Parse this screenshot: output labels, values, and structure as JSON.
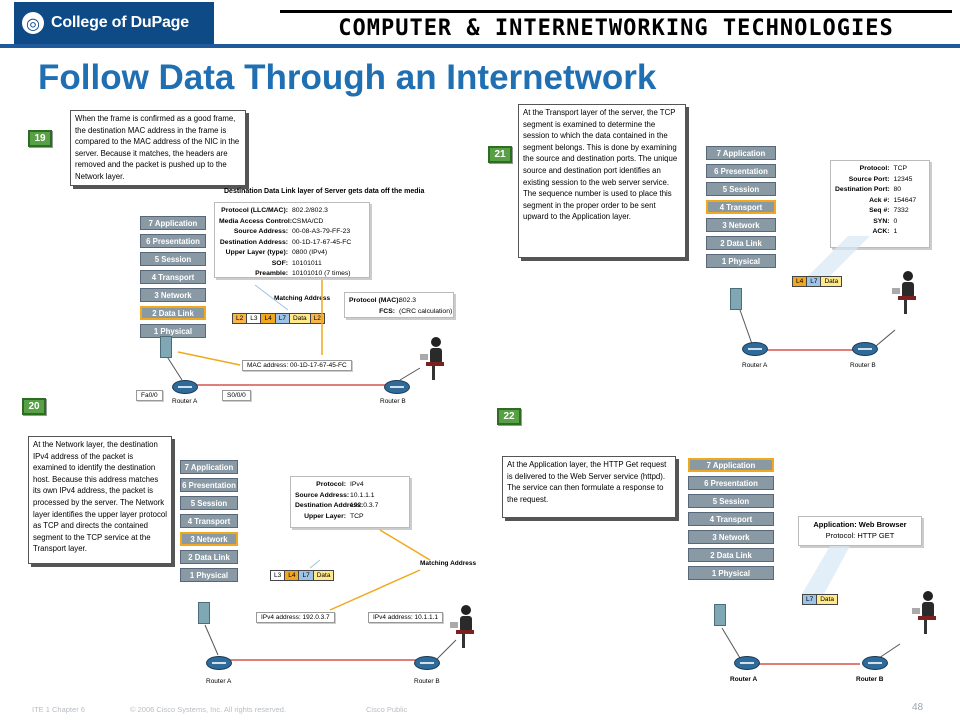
{
  "header": {
    "logo_text": "College of DuPage",
    "banner": "COMPUTER & INTERNETWORKING TECHNOLOGIES"
  },
  "title": "Follow Data Through an Internetwork",
  "layers": [
    "7 Application",
    "6 Presentation",
    "5 Session",
    "4 Transport",
    "3 Network",
    "2 Data Link",
    "1 Physical"
  ],
  "panels": {
    "p19": {
      "step": "19",
      "text": "When the frame is confirmed as a good frame, the destination MAC address in the frame is compared to the MAC address of the NIC in the server. Because it matches, the headers are removed and the packet is pushed up to the Network layer.",
      "caption": "Destination Data Link layer of Server gets data off the media",
      "info": [
        [
          "Protocol (LLC/MAC):",
          "802.2/802.3"
        ],
        [
          "Media Access Control:",
          "CSMA/CD"
        ],
        [
          "Source Address:",
          "00-08-A3-79-FF-23"
        ],
        [
          "Destination Address:",
          "00-1D-17-67-45-FC"
        ],
        [
          "Upper Layer (type):",
          "0800 (IPv4)"
        ],
        [
          "SOF:",
          "10101011"
        ],
        [
          "Preamble:",
          "10101010 (7 times)"
        ]
      ],
      "info2": [
        [
          "Protocol (MAC):",
          "802.3"
        ],
        [
          "FCS:",
          "(CRC calculation)"
        ]
      ],
      "matching": "Matching Address",
      "frame": [
        "L2",
        "L3",
        "L4",
        "L7",
        "Data",
        "L2"
      ],
      "mac_pill": "MAC address: 00-1D-17-67-45-FC",
      "fa": "Fa0/0",
      "s0": "S0/0/0",
      "router_a": "Router A",
      "router_b": "Router B"
    },
    "p20": {
      "step": "20",
      "text": "At the Network layer, the destination IPv4 address of the packet is examined to identify the destination host. Because this address matches its own IPv4 address, the packet is processed by the server. The Network layer identifies the upper layer protocol as TCP and directs the contained segment to the TCP service at the Transport layer.",
      "info": [
        [
          "Protocol:",
          "IPv4"
        ],
        [
          "Source Address:",
          "10.1.1.1"
        ],
        [
          "Destination Address:",
          "192.0.3.7"
        ],
        [
          "Upper Layer:",
          "TCP"
        ]
      ],
      "matching": "Matching Address",
      "frame": [
        "L3",
        "L4",
        "L7",
        "Data"
      ],
      "ip_left": "IPv4 address: 192.0.3.7",
      "ip_right": "IPv4 address: 10.1.1.1",
      "router_a": "Router A",
      "router_b": "Router B"
    },
    "p21": {
      "step": "21",
      "text": "At the Transport layer of the server, the TCP segment is examined to determine the session to which the data contained in the segment belongs. This is done by examining the source and destination ports. The unique source and destination port identifies an existing session to the web server service. The sequence number is used to place this segment in the proper order to be sent upward to the Application layer.",
      "info": [
        [
          "Protocol:",
          "TCP"
        ],
        [
          "Source Port:",
          "12345"
        ],
        [
          "Destination Port:",
          "80"
        ],
        [
          "Ack #:",
          "154647"
        ],
        [
          "Seq #:",
          "7332"
        ],
        [
          "SYN:",
          "0"
        ],
        [
          "ACK:",
          "1"
        ]
      ],
      "frame": [
        "L4",
        "L7",
        "Data"
      ],
      "router_a": "Router A",
      "router_b": "Router B"
    },
    "p22": {
      "step": "22",
      "text": "At the Application layer, the HTTP Get request is delivered to the Web Server service (httpd). The service can then formulate a response to the request.",
      "app_line1": "Application: Web Browser",
      "app_line2": "Protocol: HTTP GET",
      "frame": [
        "L7",
        "Data"
      ],
      "router_a": "Router A",
      "router_b": "Router B"
    }
  },
  "footer": {
    "course": "ITE 1 Chapter 6",
    "copyright": "© 2006 Cisco Systems, Inc. All rights reserved.",
    "classification": "Cisco Public",
    "page": "48"
  },
  "colors": {
    "brand_blue": "#0d4a86",
    "title_blue": "#1f6fb2",
    "layer_gray": "#8a9aa5",
    "highlight_orange": "#f0a81f",
    "badge_green": "#58a046"
  }
}
